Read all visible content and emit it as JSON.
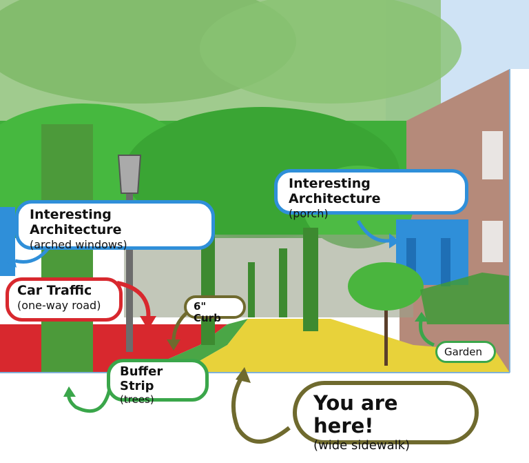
{
  "callouts": {
    "arch_windows": {
      "title": "Interesting Architecture",
      "sub": "(arched windows)"
    },
    "arch_porch": {
      "title": "Interesting Architecture",
      "sub": "(porch)"
    },
    "car_traffic": {
      "title": "Car Traffic",
      "sub": "(one-way road)"
    },
    "curb": {
      "title": "6\" Curb"
    },
    "buffer": {
      "title": "Buffer Strip",
      "sub": "(trees)"
    },
    "garden": {
      "title": "Garden"
    },
    "you_are_here": {
      "title": "You are here!",
      "sub": "(wide sidewalk)"
    }
  },
  "colors": {
    "architecture": "#2f8fd9",
    "traffic": "#d8282e",
    "buffer": "#3aa64a",
    "sidewalk": "#e8d23a",
    "curb": "#6f6a2e",
    "trees": "#3fae3a"
  }
}
